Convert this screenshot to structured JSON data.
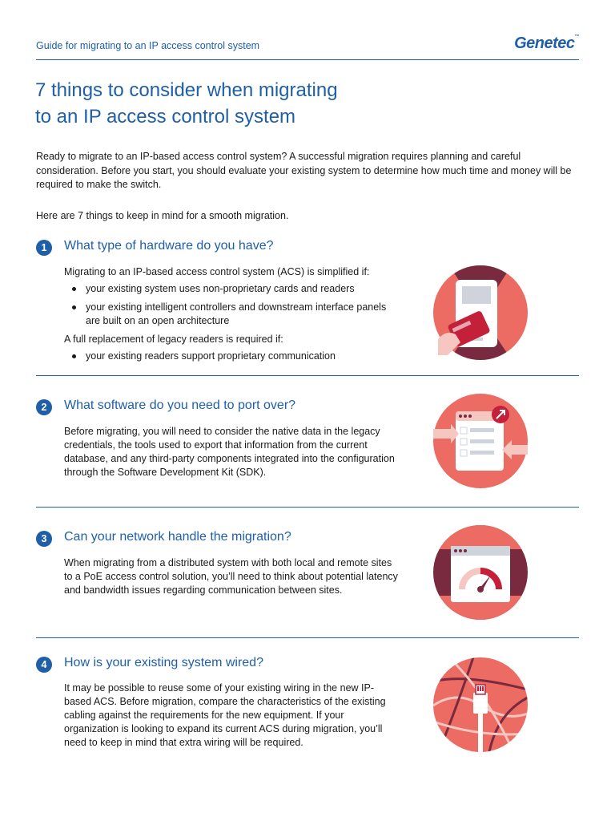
{
  "header": {
    "title": "Guide for migrating to an IP access control system",
    "logo": "Genetec",
    "logo_tm": "™"
  },
  "title_line1": "7 things to consider when migrating",
  "title_line2": "to an IP access control system",
  "intro": "Ready to migrate to an IP-based access control system? A successful migration requires planning and careful consideration. Before you start, you should evaluate your existing system to determine how much time and money will be required to make the switch.",
  "intro2": "Here are 7 things to keep in mind for a smooth migration.",
  "sections": [
    {
      "number": "1",
      "heading": "What type of hardware do you have?",
      "lead": "Migrating to an IP-based access control system (ACS) is simplified if:",
      "bullets": [
        "your existing system uses non-proprietary cards and readers",
        "your existing intelligent controllers and downstream interface panels are built on an open architecture"
      ],
      "lead2": "A full replacement of legacy readers is required if:",
      "bullets2": [
        "your existing readers support proprietary communication"
      ],
      "icon": "card-reader-icon"
    },
    {
      "number": "2",
      "heading": "What software do you need to port over?",
      "body": "Before migrating, you will need to consider the native data in the legacy credentials, the tools used to export that information from the current database, and any third-party components integrated into the configuration through the Software Development Kit (SDK).",
      "icon": "software-window-icon"
    },
    {
      "number": "3",
      "heading": "Can your network handle the migration?",
      "body": "When migrating from a distributed system with both local and remote sites to a PoE access control solution, you’ll need to think about potential latency and bandwidth issues regarding communication between sites.",
      "icon": "bandwidth-gauge-icon"
    },
    {
      "number": "4",
      "heading": "How is your existing system wired?",
      "body": "It may be possible to reuse some of your existing wiring in the new IP-based ACS. Before migration, compare the characteristics of the existing cabling against the requirements for the new equipment. If your organization is looking to expand its current ACS during migration, you’ll need to keep in mind that extra wiring will be required.",
      "icon": "network-cable-icon"
    }
  ],
  "colors": {
    "brand_blue": "#1f5fa8",
    "coral": "#ec6b63",
    "maroon": "#7a2a3e",
    "light_pink": "#f6c7c0"
  }
}
